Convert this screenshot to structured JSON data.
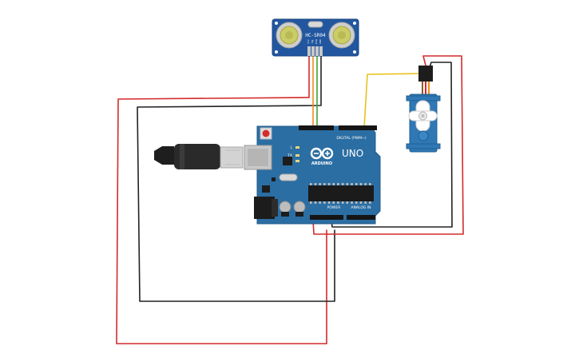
{
  "sensor": {
    "model": "HC-SR04",
    "pins": [
      "VCC",
      "Trig",
      "Echo",
      "GND"
    ]
  },
  "arduino": {
    "brand": "ARDUINO",
    "model": "UNO",
    "digital_label": "DIGITAL (PWM~)",
    "power_label": "POWER",
    "analog_label": "ANALOG IN",
    "led_labels": [
      "L",
      "TX",
      "RX"
    ]
  },
  "servo": {
    "name": "servo"
  },
  "wire_colors": {
    "power": "#d42a2a",
    "ground": "#222222",
    "trig": "#f08a1c",
    "echo": "#3ca33c",
    "signal": "#e8c21c"
  },
  "board_color": "#2b6ea3",
  "sensor_color": "#2257a0",
  "servo_color": "#2f78b5"
}
